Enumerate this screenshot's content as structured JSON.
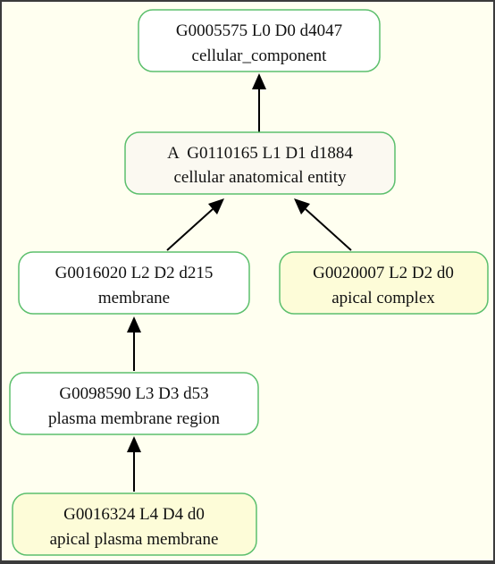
{
  "colors": {
    "background": "#fffff0",
    "border": "#3c3c3c",
    "node_stroke": "#5cbf6d",
    "node_fill_white": "#ffffff",
    "node_fill_grey": "#fbf9f1",
    "node_fill_yellow": "#fdfcd8",
    "edge": "#000000"
  },
  "nodes": [
    {
      "id": "n0",
      "line1": "G0005575 L0 D0 d4047",
      "line2": "cellular_component",
      "fill": "white"
    },
    {
      "id": "n1",
      "line1": "A  G0110165 L1 D1 d1884",
      "line2": "cellular anatomical entity",
      "fill": "grey"
    },
    {
      "id": "n2",
      "line1": "G0016020 L2 D2 d215",
      "line2": "membrane",
      "fill": "white"
    },
    {
      "id": "n3",
      "line1": "G0020007 L2 D2 d0",
      "line2": "apical complex",
      "fill": "yellow"
    },
    {
      "id": "n4",
      "line1": "G0098590 L3 D3 d53",
      "line2": "plasma membrane region",
      "fill": "white"
    },
    {
      "id": "n5",
      "line1": "G0016324 L4 D4 d0",
      "line2": "apical plasma membrane",
      "fill": "yellow"
    }
  ],
  "edges": [
    {
      "from": "n1",
      "to": "n0"
    },
    {
      "from": "n2",
      "to": "n1"
    },
    {
      "from": "n3",
      "to": "n1"
    },
    {
      "from": "n4",
      "to": "n2"
    },
    {
      "from": "n5",
      "to": "n4"
    }
  ]
}
